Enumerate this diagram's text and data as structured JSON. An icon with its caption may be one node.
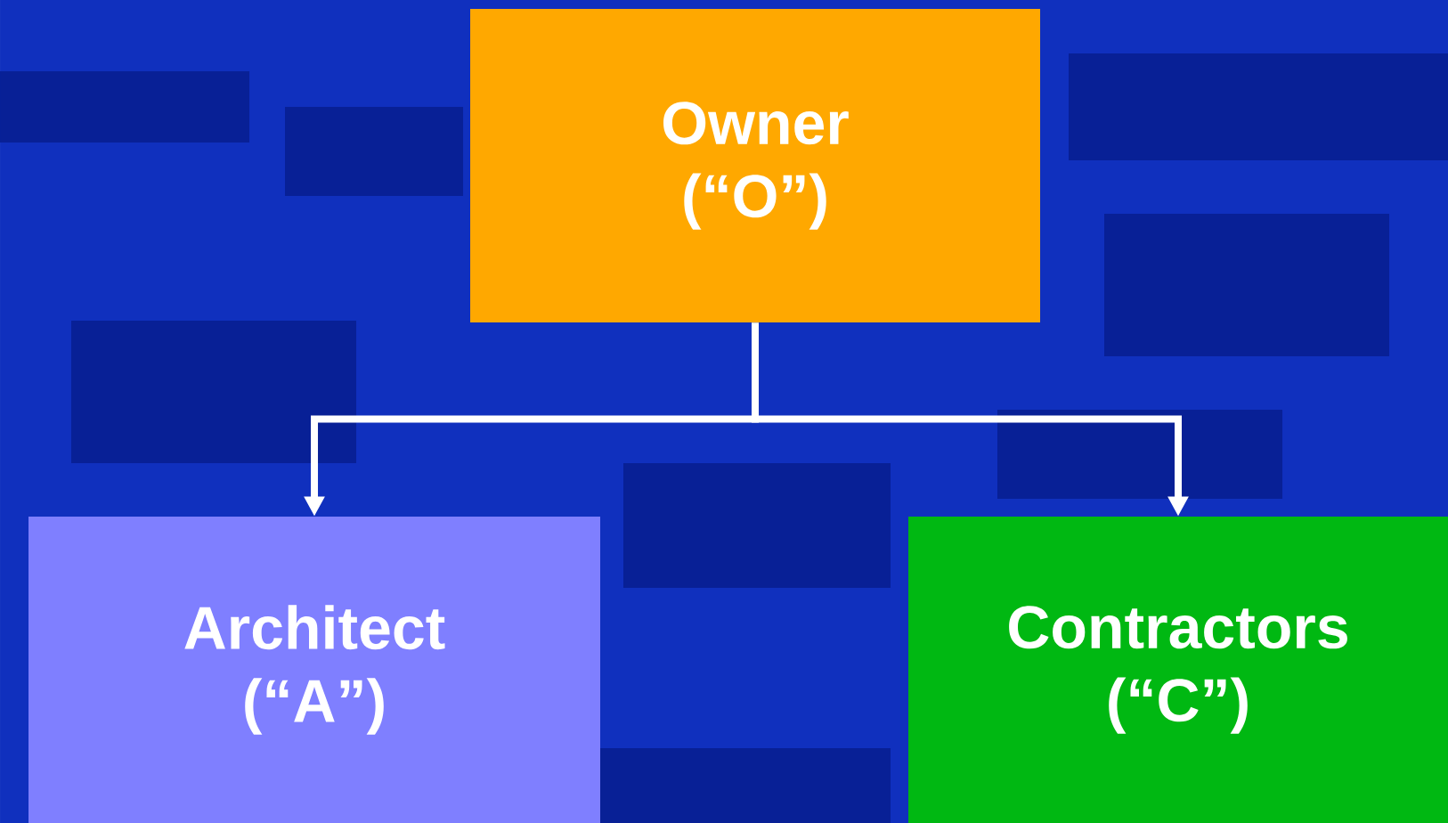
{
  "diagram": {
    "nodes": [
      {
        "text": [
          "Owner (“O”)"
        ]
      },
      {
        "text": [
          "Architect (“A”)"
        ]
      },
      {
        "text": [
          "Contractors (“C”)"
        ]
      }
    ],
    "edges": [
      {
        "from": 0,
        "to": 1,
        "arrow": "to"
      },
      {
        "from": 0,
        "to": 2,
        "arrow": "to"
      }
    ]
  }
}
